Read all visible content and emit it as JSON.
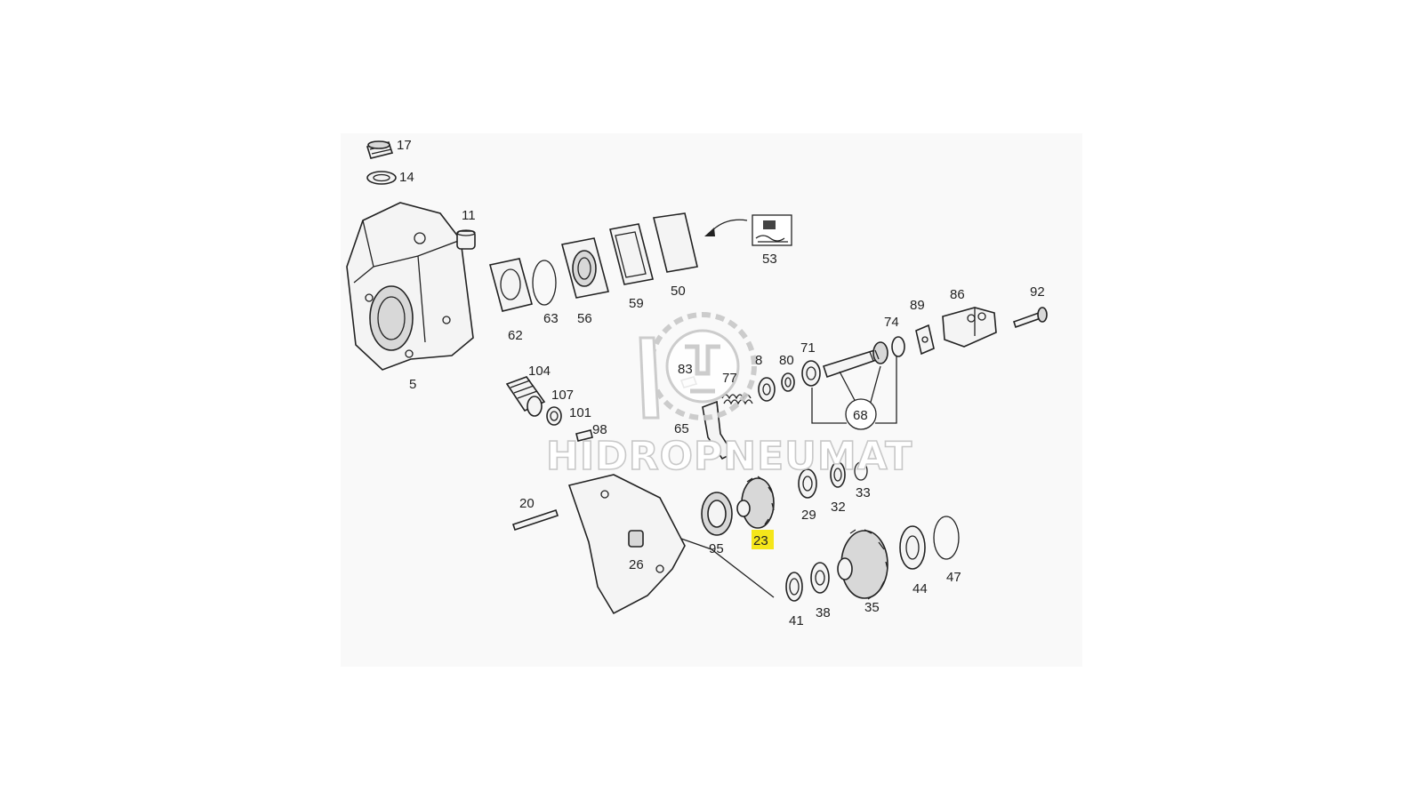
{
  "diagram": {
    "labels": {
      "p17": "17",
      "p14": "14",
      "p11": "11",
      "p5": "5",
      "p62": "62",
      "p63": "63",
      "p56": "56",
      "p59": "59",
      "p50": "50",
      "p53": "53",
      "p92": "92",
      "p86": "86",
      "p89": "89",
      "p74": "74",
      "p71": "71",
      "p80": "80",
      "p8": "8",
      "p77": "77",
      "p83": "83",
      "p68": "68",
      "p65": "65",
      "p104": "104",
      "p107": "107",
      "p101": "101",
      "p98": "98",
      "p20": "20",
      "p26": "26",
      "p95": "95",
      "p23": "23",
      "p29": "29",
      "p32": "32",
      "p33": "33",
      "p41": "41",
      "p38": "38",
      "p35": "35",
      "p44": "44",
      "p47": "47"
    },
    "highlight_color": "#f5e61a",
    "highlighted_part": "p23"
  },
  "watermark": {
    "text": "HIDROPNEUMAT",
    "logo_icon": "hidropneumat-gear-logo"
  }
}
